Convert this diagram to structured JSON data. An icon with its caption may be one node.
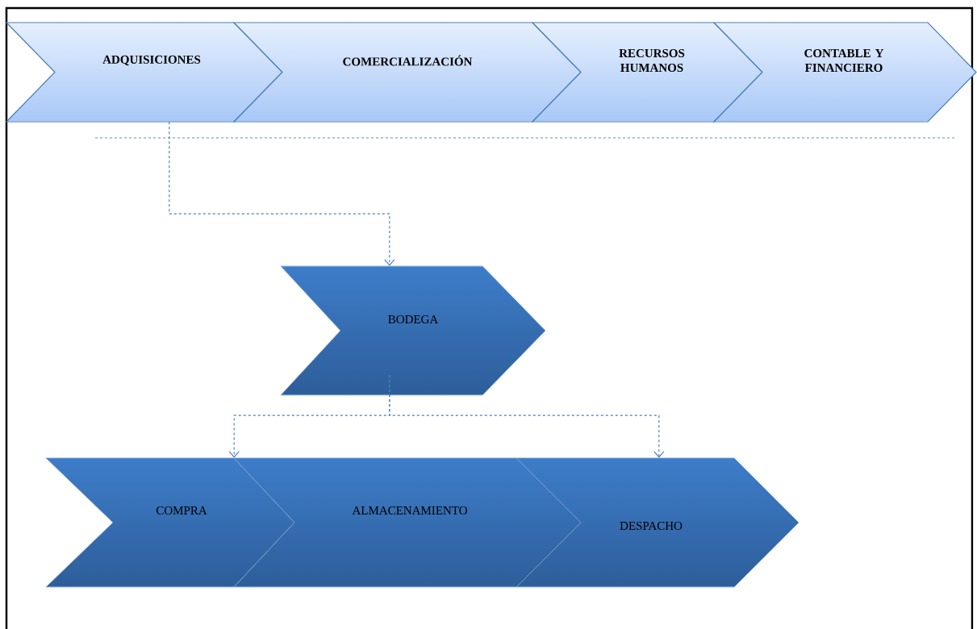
{
  "diagram": {
    "nodes": [
      {
        "text": [
          "ADQUISICIONES"
        ]
      },
      {
        "text": [
          "COMERCIALIZACIÓN"
        ]
      },
      {
        "text": [
          "RECURSOS HUMANOS"
        ]
      },
      {
        "text": [
          "CONTABLE Y FINANCIERO"
        ]
      },
      {
        "text": [
          "BODEGA"
        ]
      },
      {
        "text": [
          "COMPRA"
        ]
      },
      {
        "text": [
          "ALMACENAMIENTO"
        ]
      },
      {
        "text": [
          "DESPACHO"
        ]
      }
    ],
    "edges": [
      {
        "from": 0,
        "to": 4,
        "arrow": "to",
        "style": "dashed"
      },
      {
        "from": 4,
        "to": 5,
        "arrow": "to",
        "style": "dashed"
      },
      {
        "from": 4,
        "to": 7,
        "arrow": "to",
        "style": "dashed"
      }
    ]
  }
}
